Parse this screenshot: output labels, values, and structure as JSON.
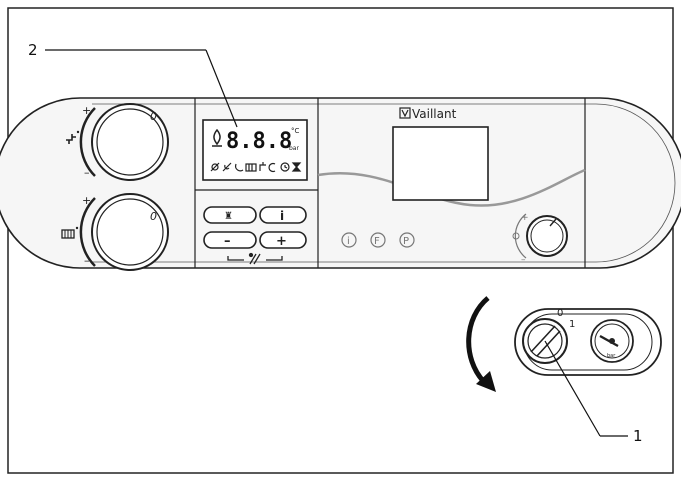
{
  "diagram": {
    "callouts": [
      {
        "id": "1",
        "label": "1"
      },
      {
        "id": "2",
        "label": "2"
      }
    ],
    "brand": "Vaillant",
    "lcd": {
      "digits": "8.8.8",
      "unit_top": "°C",
      "unit_bottom": "bar"
    },
    "knobs": {
      "hot_water": {
        "plus": "+",
        "minus": "–",
        "zero": "0"
      },
      "heating": {
        "plus": "+",
        "minus": "–",
        "zero": "0"
      },
      "small": {
        "plus": "+",
        "minus": "–"
      }
    },
    "buttons": {
      "chimney": "♜",
      "info": "i",
      "minus": "–",
      "plus": "+"
    },
    "panel_letters": {
      "i": "i",
      "f": "F",
      "p": "P"
    },
    "main_switch": {
      "pos0": "0",
      "pos1": "1"
    },
    "gauge": {
      "unit": "bar"
    }
  }
}
